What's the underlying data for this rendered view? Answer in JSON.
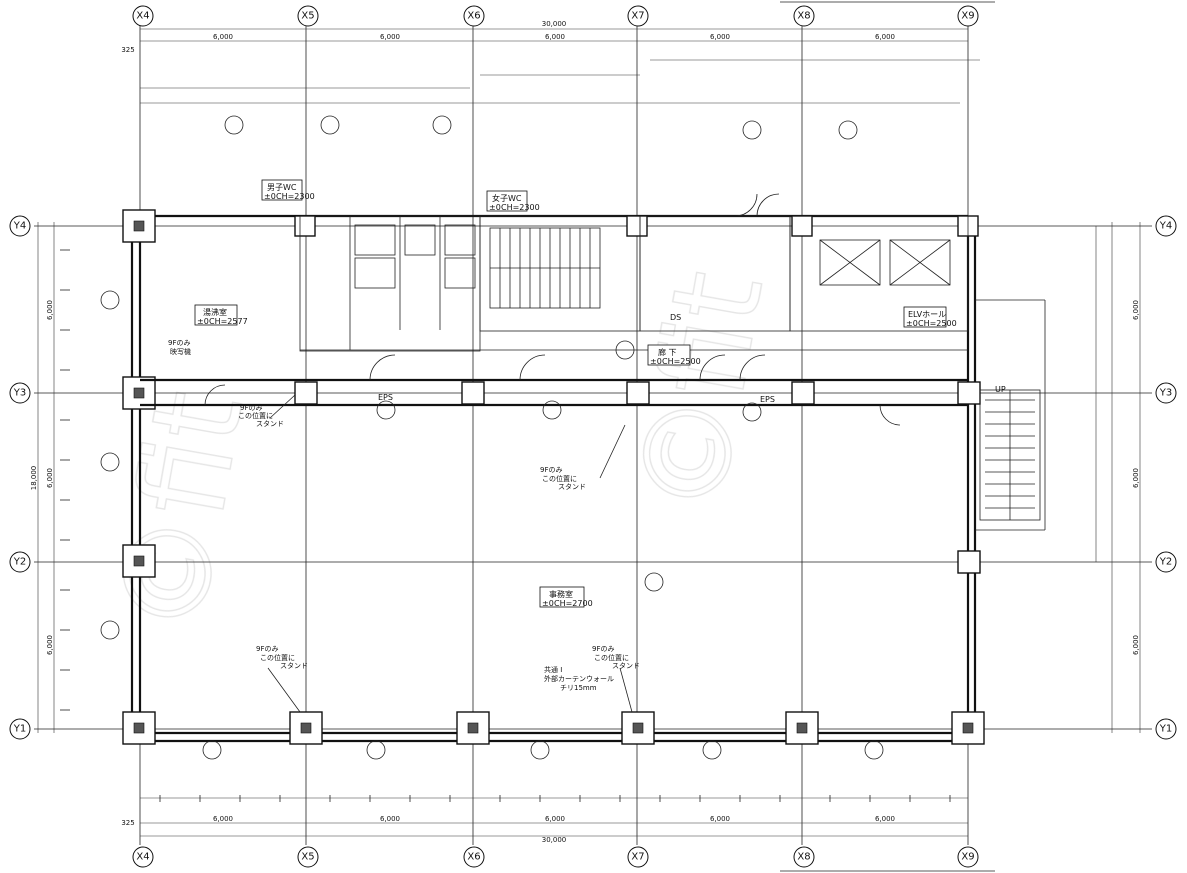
{
  "grid": {
    "x_axes": [
      "X4",
      "X5",
      "X6",
      "X7",
      "X8",
      "X9"
    ],
    "y_axes": [
      "Y4",
      "Y3",
      "Y2",
      "Y1"
    ]
  },
  "dimensions": {
    "overall_top": "30,000",
    "overall_bottom": "30,000",
    "bay_top": [
      "6,000",
      "6,000",
      "6,000",
      "6,000",
      "6,000"
    ],
    "bay_bottom": [
      "6,000",
      "6,000",
      "6,000",
      "6,000",
      "6,000"
    ],
    "overall_left": "18,000",
    "bay_left": [
      "6,000",
      "6,000",
      "6,000"
    ],
    "bay_right": [
      "6,000",
      "6,000",
      "6,000"
    ],
    "edge": "325"
  },
  "rooms": {
    "mens_wc": {
      "name": "男子WC",
      "level": "±0",
      "ch": "CH=2300"
    },
    "womens_wc": {
      "name": "女子WC",
      "level": "±0",
      "ch": "CH=2300"
    },
    "hot_water": {
      "name": "湯沸室",
      "level": "±0",
      "ch": "CH=2577"
    },
    "corridor": {
      "name": "廊 下",
      "level": "±0",
      "ch": "CH=2500"
    },
    "elv_hall": {
      "name": "ELVホール",
      "level": "±0",
      "ch": "CH=2500"
    },
    "office": {
      "name": "事務室",
      "level": "±0",
      "ch": "CH=2700"
    }
  },
  "labels": {
    "eps_left": "EPS",
    "eps_right": "EPS",
    "ds": "DS",
    "up": "UP"
  },
  "notes": {
    "note_9f_stand_1": [
      "9Fのみ",
      "この位置に",
      "スタンド"
    ],
    "note_9f_stand_2": [
      "9Fのみ",
      "この位置に",
      "スタンド"
    ],
    "note_9f_stand_3": [
      "9Fのみ",
      "この位置に",
      "スタンド"
    ],
    "note_9f_stand_4": [
      "9Fのみ",
      "この位置に",
      "スタンド"
    ],
    "note_curtain_wall": [
      "共通 I",
      "外部カーテンウォール",
      "チリ15mm"
    ],
    "note_9f_only": [
      "9Fのみ",
      "映写機"
    ]
  }
}
